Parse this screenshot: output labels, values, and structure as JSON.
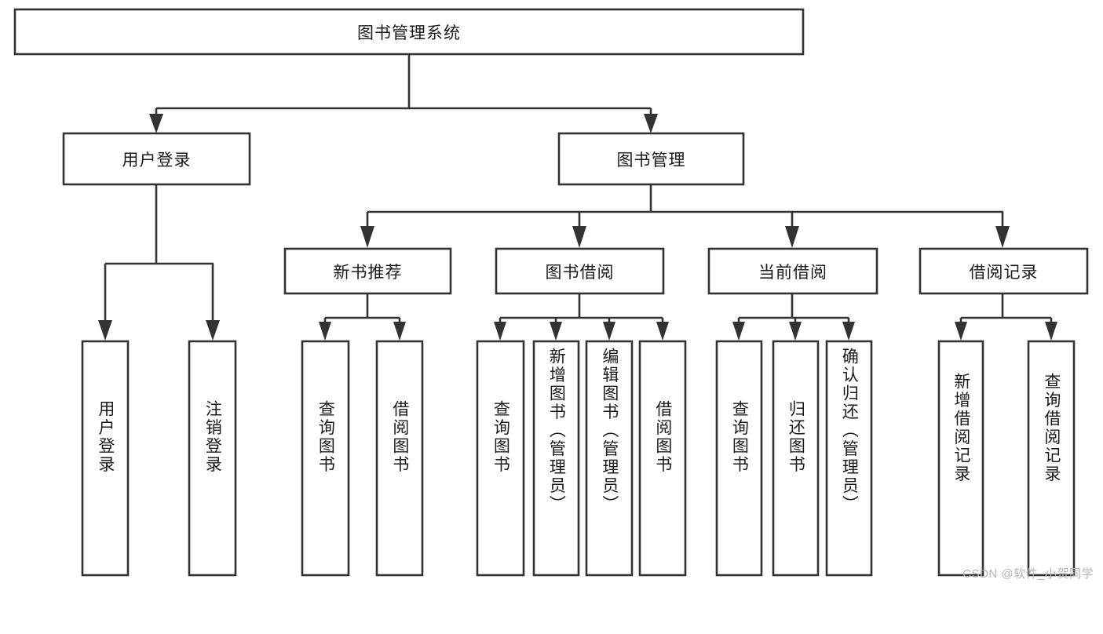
{
  "diagram": {
    "title": "图书管理系统",
    "type": "tree-hierarchy-chart",
    "colors": {
      "box_stroke": "#333333",
      "box_fill": "#ffffff",
      "text": "#1a1a1a",
      "background": "#ffffff",
      "watermark": "#b4b4b4"
    },
    "root": {
      "label": "图书管理系统"
    },
    "level1": [
      {
        "label": "用户登录"
      },
      {
        "label": "图书管理"
      }
    ],
    "level2": [
      {
        "label": "新书推荐"
      },
      {
        "label": "图书借阅"
      },
      {
        "label": "当前借阅"
      },
      {
        "label": "借阅记录"
      }
    ],
    "leaves": {
      "user_login": [
        {
          "label": "用户登录"
        },
        {
          "label": "注销登录"
        }
      ],
      "new_book_recommend": [
        {
          "label": "查询图书"
        },
        {
          "label": "借阅图书"
        }
      ],
      "book_borrow": [
        {
          "label": "查询图书"
        },
        {
          "label": "新增图书（管理员）"
        },
        {
          "label": "编辑图书（管理员）"
        },
        {
          "label": "借阅图书"
        }
      ],
      "current_borrow": [
        {
          "label": "查询图书"
        },
        {
          "label": "归还图书"
        },
        {
          "label": "确认归还（管理员）"
        }
      ],
      "borrow_record": [
        {
          "label": "新增借阅记录"
        },
        {
          "label": "查询借阅记录"
        }
      ]
    }
  },
  "watermark": {
    "text": "CSDN @软件_小贺同学"
  }
}
